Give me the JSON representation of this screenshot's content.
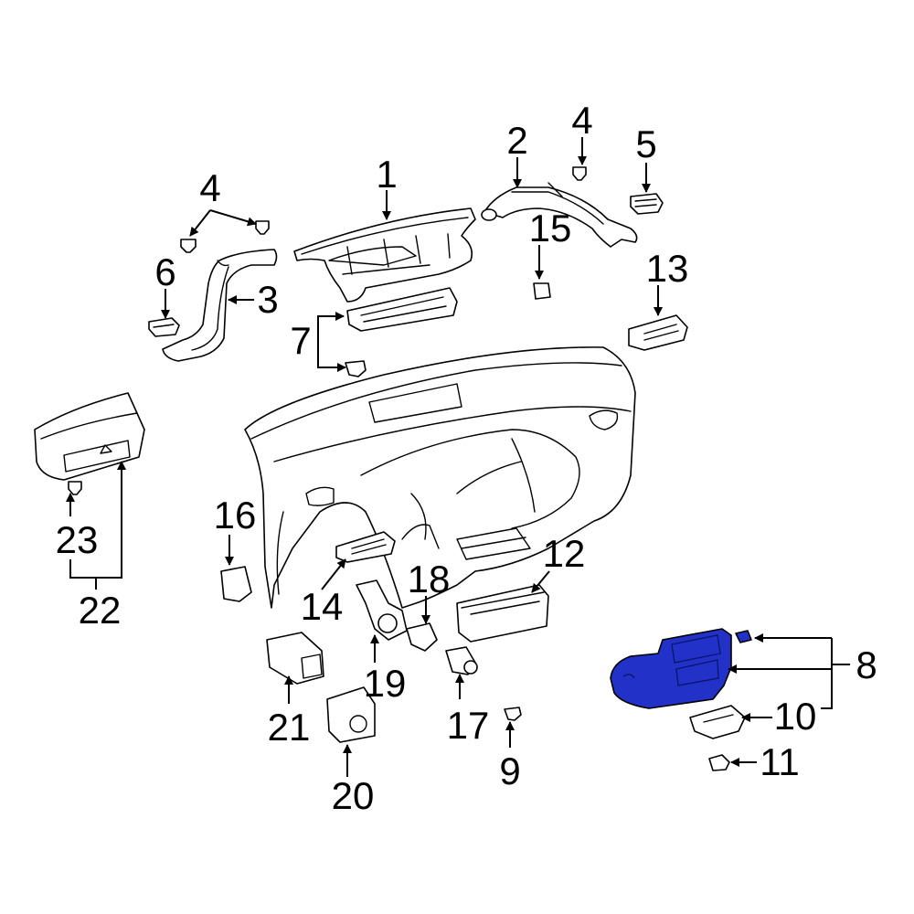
{
  "diagram": {
    "highlight_color": "#2232c8",
    "callouts": {
      "c1": "1",
      "c2": "2",
      "c3": "3",
      "c4a": "4",
      "c4b": "4",
      "c5": "5",
      "c6": "6",
      "c7": "7",
      "c8": "8",
      "c9": "9",
      "c10": "10",
      "c11": "11",
      "c12": "12",
      "c13": "13",
      "c14": "14",
      "c15": "15",
      "c16": "16",
      "c17": "17",
      "c18": "18",
      "c19": "19",
      "c20": "20",
      "c21": "21",
      "c22": "22",
      "c23": "23"
    }
  }
}
